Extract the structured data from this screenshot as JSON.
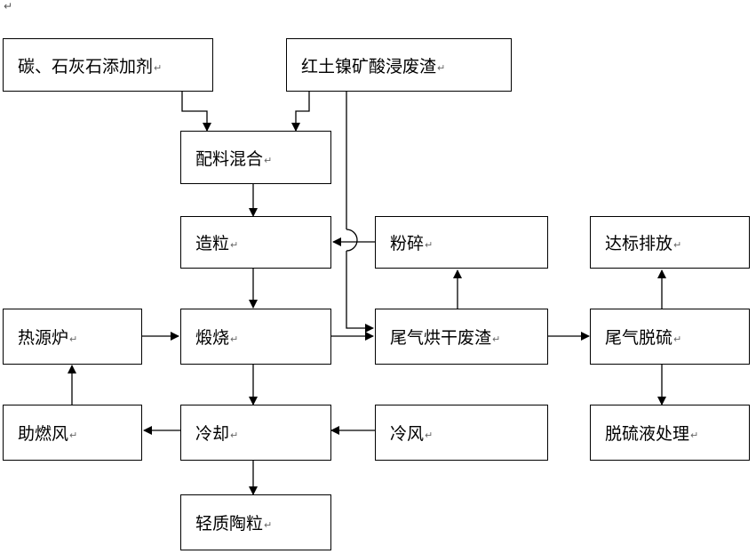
{
  "page_mark": "↵",
  "return_mark": "↵",
  "nodes": {
    "additives": "碳、石灰石添加剂",
    "residue": "红土镍矿酸浸废渣",
    "mixing": "配料混合",
    "granulation": "造粒",
    "crushing": "粉碎",
    "discharge": "达标排放",
    "heat_furnace": "热源炉",
    "calcination": "煅烧",
    "drying": "尾气烘干废渣",
    "desulfurization": "尾气脱硫",
    "combustion_air": "助燃风",
    "cooling": "冷却",
    "cold_air": "冷风",
    "liquid_treatment": "脱硫液处理",
    "product": "轻质陶粒"
  }
}
